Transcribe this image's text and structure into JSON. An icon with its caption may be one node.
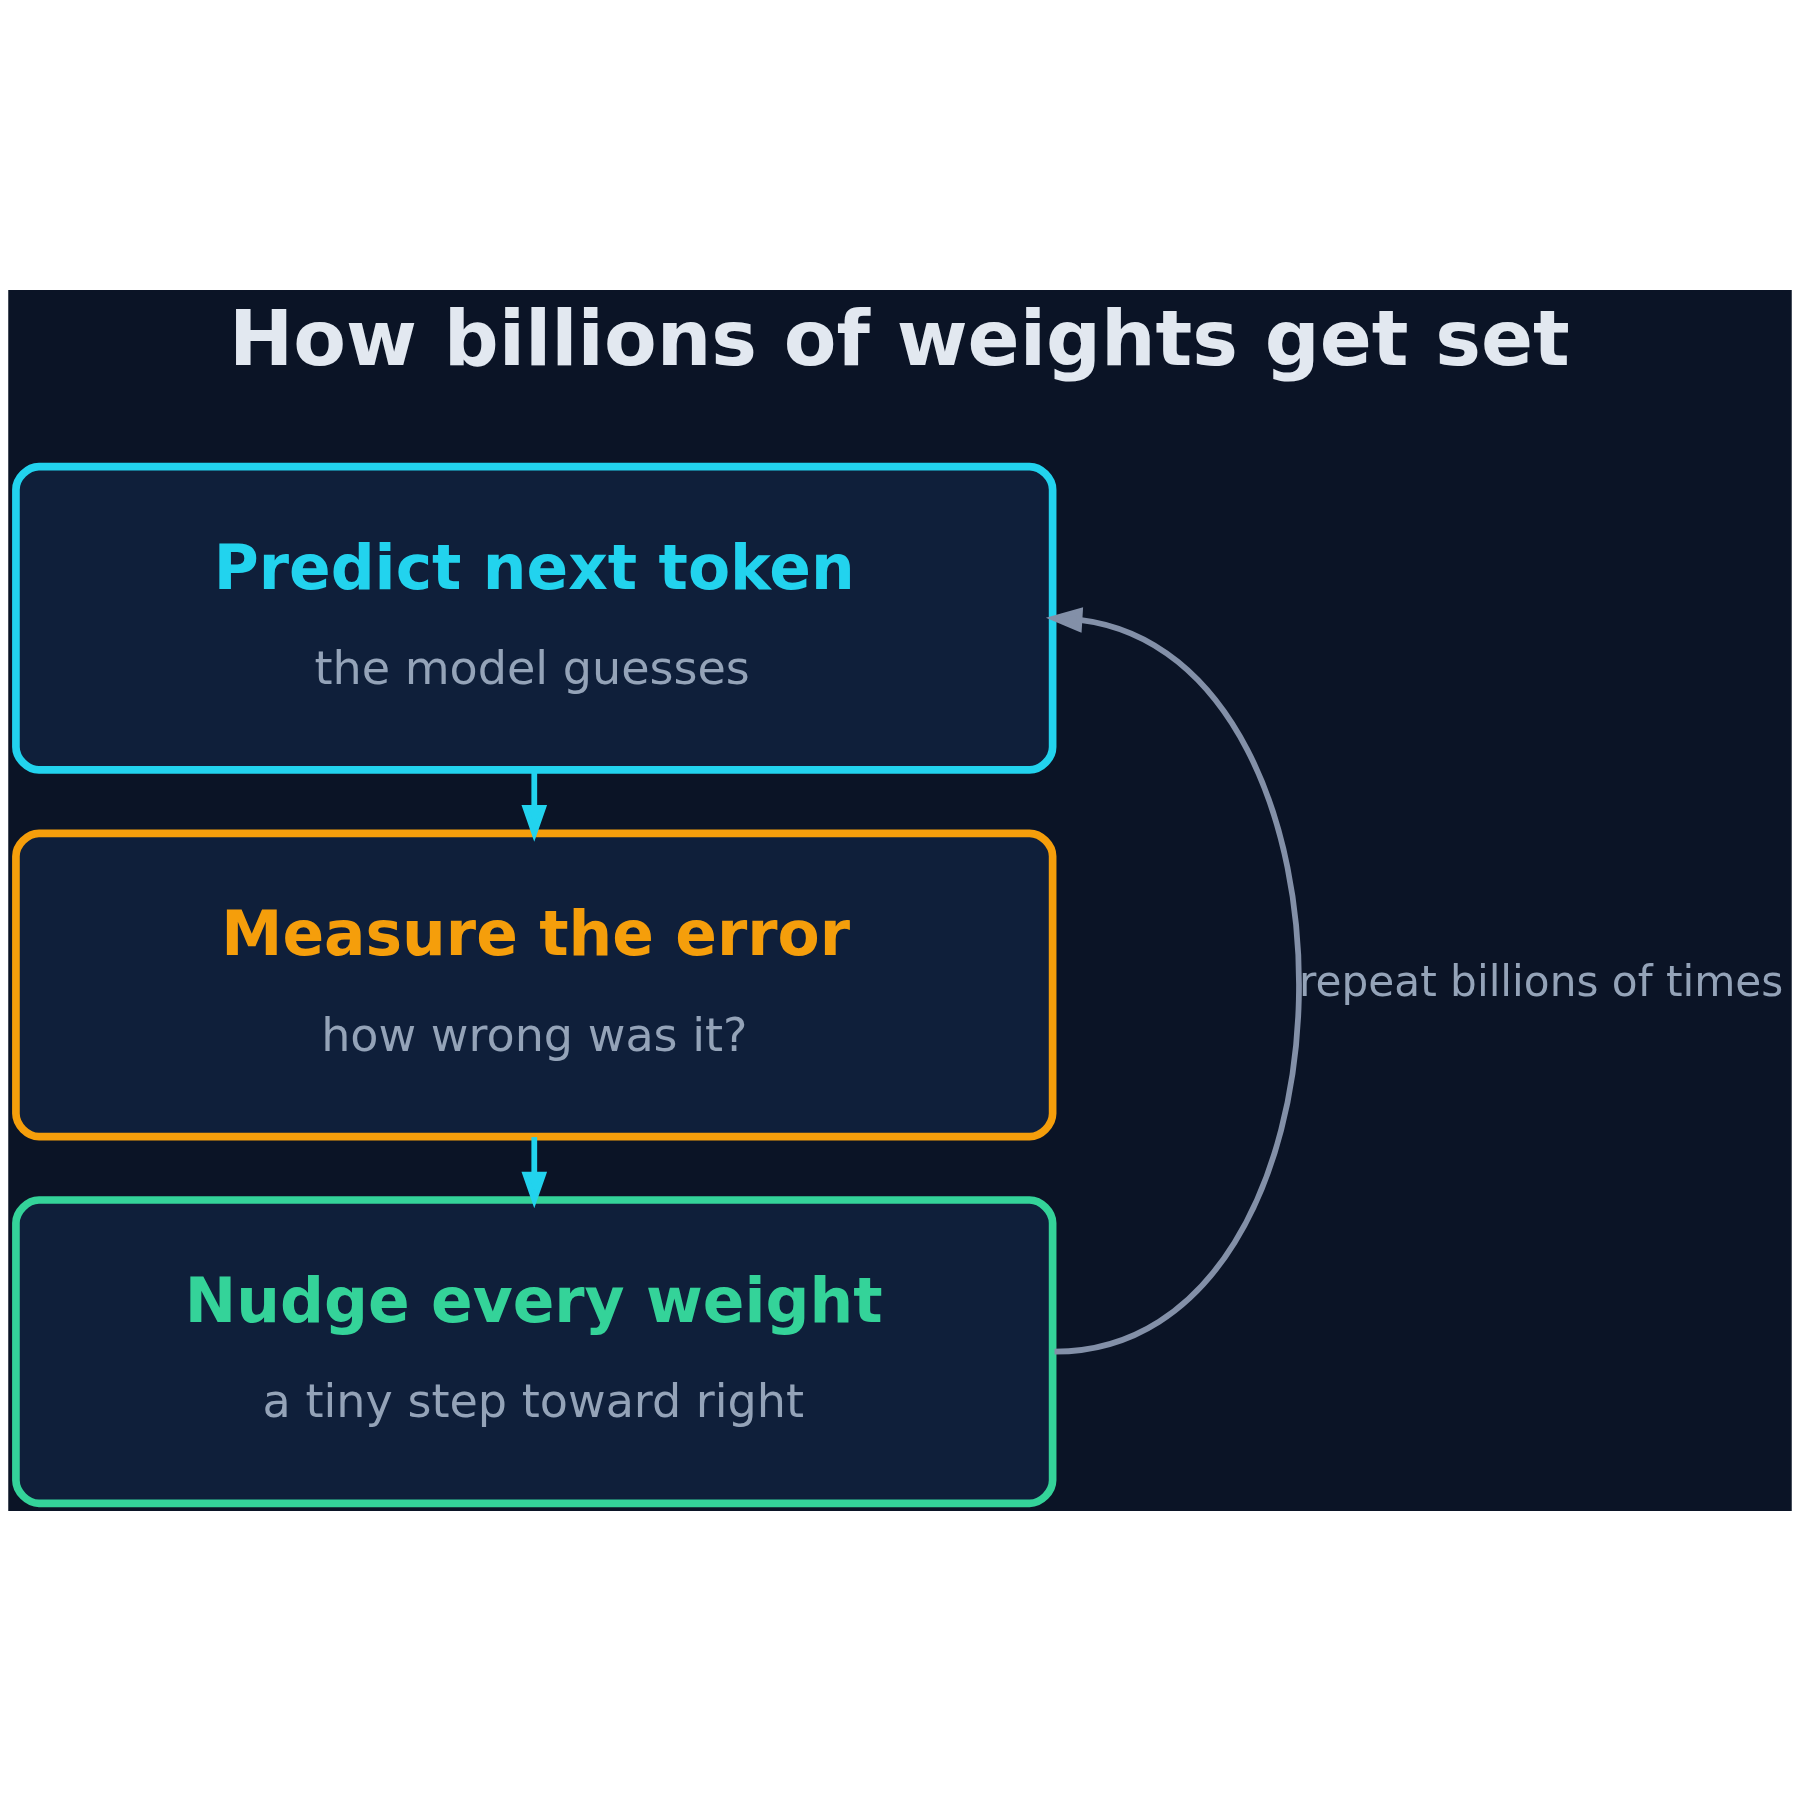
{
  "diagram": {
    "title": "How billions of weights get set",
    "nodes": [
      {
        "text": [
          "Predict next token",
          "the model guesses"
        ]
      },
      {
        "text": [
          "Measure the error",
          "how wrong was it?"
        ]
      },
      {
        "text": [
          "Nudge every weight",
          "a tiny step toward right"
        ]
      }
    ],
    "edges": [
      {
        "from": 0,
        "to": 1,
        "arrow": "to"
      },
      {
        "from": 1,
        "to": 2,
        "arrow": "to"
      },
      {
        "from": 2,
        "to": 0,
        "arrow": "to",
        "label": "repeat billions of times",
        "color": "#8390a8"
      }
    ]
  }
}
